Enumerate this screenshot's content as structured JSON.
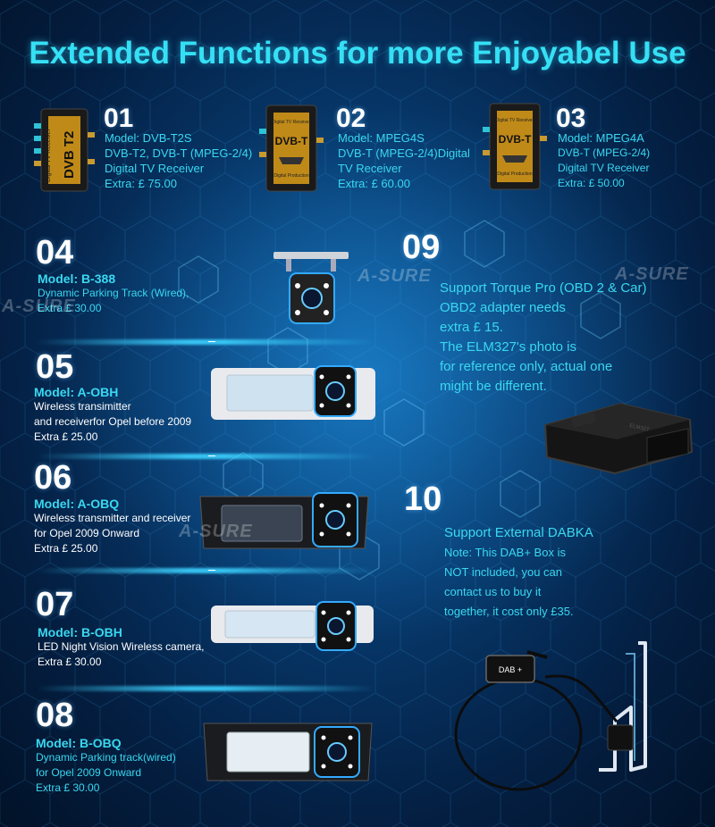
{
  "header": {
    "title": "Extended Functions for more Enjoyabel Use"
  },
  "watermark": "A-SURE",
  "products": [
    {
      "num": "01",
      "box_top": "Digital TV Receiver",
      "box_logo": "DVB T2",
      "model": "Model: DVB-T2S",
      "lines": [
        "DVB-T2, DVB-T (MPEG-2/4)",
        "Digital TV Receiver",
        "Extra:  £ 75.00"
      ]
    },
    {
      "num": "02",
      "box_top": "Digital TV Receiver",
      "box_logo": "DVB-T",
      "box_bottom": "Digital Production",
      "model": "Model: MPEG4S",
      "lines": [
        "DVB-T (MPEG-2/4)Digital",
        "TV Receiver",
        "Extra:  £ 60.00"
      ]
    },
    {
      "num": "03",
      "box_top": "Digital TV Receiver",
      "box_logo": "DVB-T",
      "box_bottom": "Digital Production",
      "model": "Model: MPEG4A",
      "lines": [
        "DVB-T (MPEG-2/4)",
        "Digital TV Receiver",
        "Extra:  £ 50.00"
      ]
    },
    {
      "num": "04",
      "model": "Model: B-388",
      "lines": [
        "Dynamic Parking Track (Wired),",
        "Extra  £ 30.00"
      ]
    },
    {
      "num": "05",
      "model": "Model: A-OBH",
      "lines": [
        "Wireless transimitter",
        "and receiverfor Opel before 2009",
        "Extra  £ 25.00"
      ]
    },
    {
      "num": "06",
      "model": "Model: A-OBQ",
      "lines": [
        "Wireless transmitter and receiver",
        "for Opel 2009 Onward",
        "Extra £ 25.00"
      ]
    },
    {
      "num": "07",
      "model": "Model: B-OBH",
      "lines": [
        "LED Night Vision Wireless camera,",
        "Extra £ 30.00"
      ]
    },
    {
      "num": "08",
      "model": "Model: B-OBQ",
      "lines": [
        "Dynamic Parking track(wired)",
        "for Opel 2009 Onward",
        "Extra £ 30.00"
      ]
    }
  ],
  "feature09": {
    "num": "09",
    "lines": [
      "Support Torque Pro (OBD 2 & Car)",
      "OBD2 adapter needs",
      "extra  £ 15.",
      "The ELM327's photo is",
      "for reference only,  actual one",
      "might be different."
    ],
    "device_label": "ELM327"
  },
  "feature10": {
    "num": "10",
    "title": "Support External DABKA",
    "lines": [
      "Note: This DAB+ Box is",
      "NOT included, you can",
      "contact us to buy it",
      "together, it cost only £35."
    ],
    "box_label": "DAB +"
  },
  "colors": {
    "accent": "#39d8f0",
    "title": "#35e0f5",
    "background": "#062f5c"
  }
}
